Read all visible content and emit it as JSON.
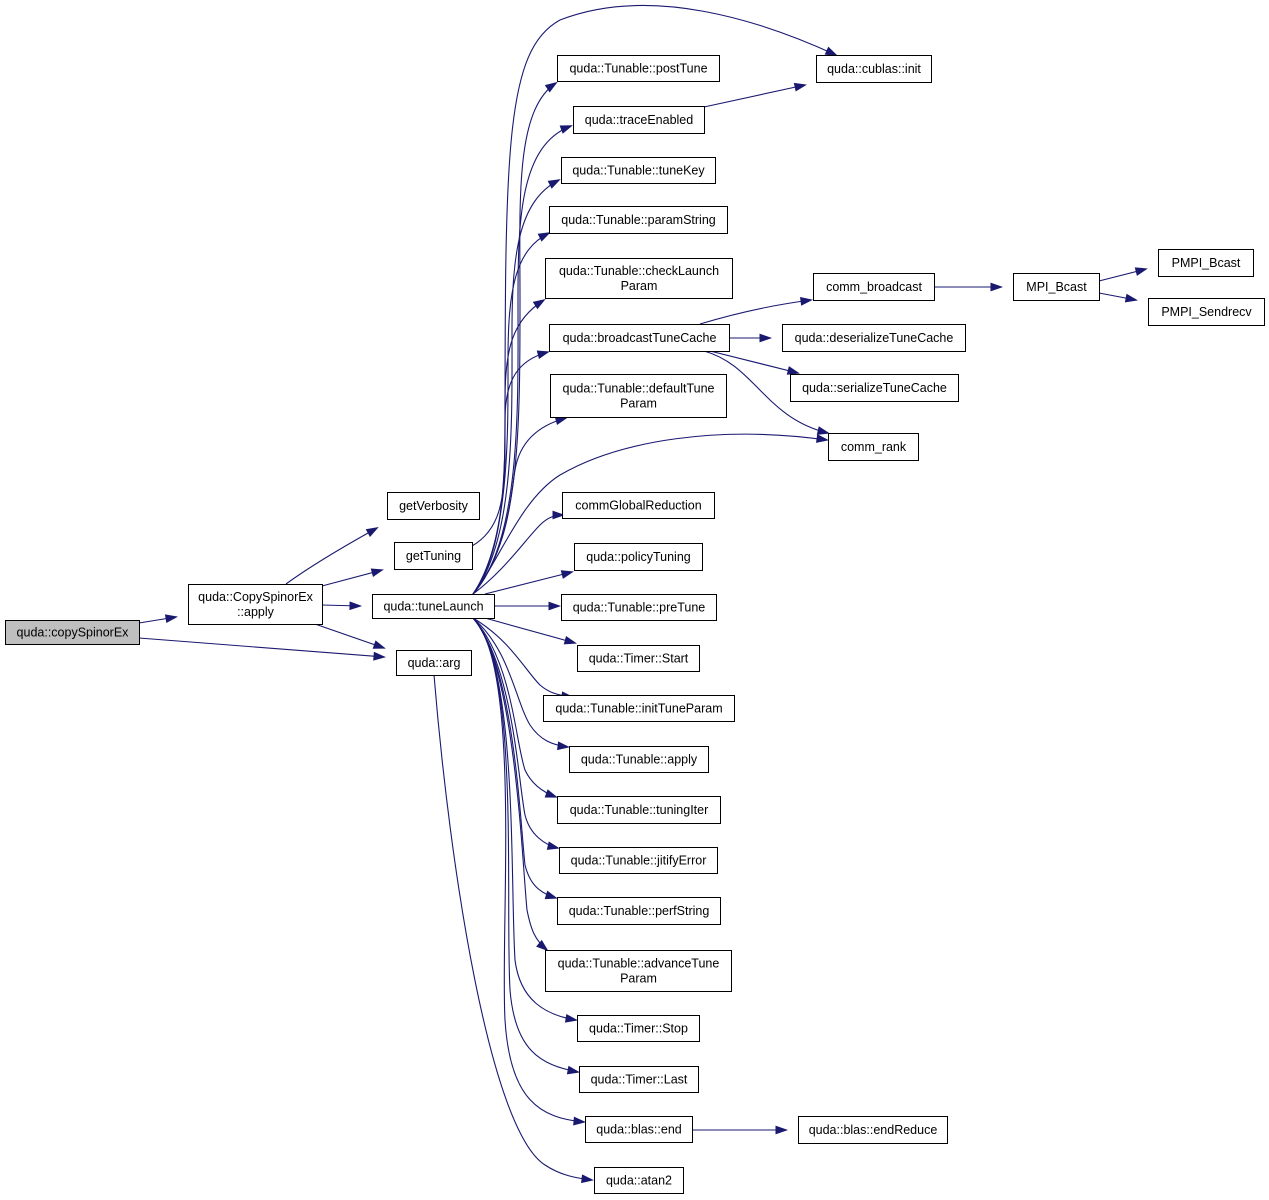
{
  "colors": {
    "edge": "#191970",
    "root_fill": "#bfbfbf",
    "node_fill": "#ffffff",
    "node_border": "#000000"
  },
  "nodes": [
    {
      "id": "copySpinorEx",
      "lines": [
        "quda::copySpinorEx"
      ],
      "root": true
    },
    {
      "id": "CopySpinorEx_apply",
      "lines": [
        "quda::CopySpinorEx",
        "::apply"
      ]
    },
    {
      "id": "getVerbosity",
      "lines": [
        "getVerbosity"
      ]
    },
    {
      "id": "getTuning",
      "lines": [
        "getTuning"
      ]
    },
    {
      "id": "tuneLaunch",
      "lines": [
        "quda::tuneLaunch"
      ]
    },
    {
      "id": "arg",
      "lines": [
        "quda::arg"
      ]
    },
    {
      "id": "postTune",
      "lines": [
        "quda::Tunable::postTune"
      ]
    },
    {
      "id": "traceEnabled",
      "lines": [
        "quda::traceEnabled"
      ]
    },
    {
      "id": "tuneKey",
      "lines": [
        "quda::Tunable::tuneKey"
      ]
    },
    {
      "id": "paramString",
      "lines": [
        "quda::Tunable::paramString"
      ]
    },
    {
      "id": "checkLaunchParam",
      "lines": [
        "quda::Tunable::checkLaunch",
        "Param"
      ]
    },
    {
      "id": "broadcastTuneCache",
      "lines": [
        "quda::broadcastTuneCache"
      ]
    },
    {
      "id": "defaultTuneParam",
      "lines": [
        "quda::Tunable::defaultTune",
        "Param"
      ]
    },
    {
      "id": "commGlobalReduction",
      "lines": [
        "commGlobalReduction"
      ]
    },
    {
      "id": "policyTuning",
      "lines": [
        "quda::policyTuning"
      ]
    },
    {
      "id": "preTune",
      "lines": [
        "quda::Tunable::preTune"
      ]
    },
    {
      "id": "timerStart",
      "lines": [
        "quda::Timer::Start"
      ]
    },
    {
      "id": "initTuneParam",
      "lines": [
        "quda::Tunable::initTuneParam"
      ]
    },
    {
      "id": "tunableApply",
      "lines": [
        "quda::Tunable::apply"
      ]
    },
    {
      "id": "tuningIter",
      "lines": [
        "quda::Tunable::tuningIter"
      ]
    },
    {
      "id": "jitifyError",
      "lines": [
        "quda::Tunable::jitifyError"
      ]
    },
    {
      "id": "perfString",
      "lines": [
        "quda::Tunable::perfString"
      ]
    },
    {
      "id": "advanceTuneParam",
      "lines": [
        "quda::Tunable::advanceTune",
        "Param"
      ]
    },
    {
      "id": "timerStop",
      "lines": [
        "quda::Timer::Stop"
      ]
    },
    {
      "id": "timerLast",
      "lines": [
        "quda::Timer::Last"
      ]
    },
    {
      "id": "blasEnd",
      "lines": [
        "quda::blas::end"
      ]
    },
    {
      "id": "atan2",
      "lines": [
        "quda::atan2"
      ]
    },
    {
      "id": "cublasInit",
      "lines": [
        "quda::cublas::init"
      ]
    },
    {
      "id": "commBroadcast",
      "lines": [
        "comm_broadcast"
      ]
    },
    {
      "id": "deserializeTuneCache",
      "lines": [
        "quda::deserializeTuneCache"
      ]
    },
    {
      "id": "serializeTuneCache",
      "lines": [
        "quda::serializeTuneCache"
      ]
    },
    {
      "id": "commRank",
      "lines": [
        "comm_rank"
      ]
    },
    {
      "id": "MPI_Bcast",
      "lines": [
        "MPI_Bcast"
      ]
    },
    {
      "id": "PMPI_Bcast",
      "lines": [
        "PMPI_Bcast"
      ]
    },
    {
      "id": "PMPI_Sendrecv",
      "lines": [
        "PMPI_Sendrecv"
      ]
    },
    {
      "id": "endReduce",
      "lines": [
        "quda::blas::endReduce"
      ]
    }
  ],
  "edges": [
    [
      "copySpinorEx",
      "CopySpinorEx_apply"
    ],
    [
      "copySpinorEx",
      "arg"
    ],
    [
      "CopySpinorEx_apply",
      "getVerbosity"
    ],
    [
      "CopySpinorEx_apply",
      "getTuning"
    ],
    [
      "CopySpinorEx_apply",
      "tuneLaunch"
    ],
    [
      "CopySpinorEx_apply",
      "arg"
    ],
    [
      "getTuning",
      "cublasInit"
    ],
    [
      "tuneLaunch",
      "postTune"
    ],
    [
      "tuneLaunch",
      "traceEnabled"
    ],
    [
      "tuneLaunch",
      "tuneKey"
    ],
    [
      "tuneLaunch",
      "paramString"
    ],
    [
      "tuneLaunch",
      "checkLaunchParam"
    ],
    [
      "tuneLaunch",
      "broadcastTuneCache"
    ],
    [
      "tuneLaunch",
      "defaultTuneParam"
    ],
    [
      "tuneLaunch",
      "commRank"
    ],
    [
      "tuneLaunch",
      "commGlobalReduction"
    ],
    [
      "tuneLaunch",
      "policyTuning"
    ],
    [
      "tuneLaunch",
      "preTune"
    ],
    [
      "tuneLaunch",
      "timerStart"
    ],
    [
      "tuneLaunch",
      "initTuneParam"
    ],
    [
      "tuneLaunch",
      "tunableApply"
    ],
    [
      "tuneLaunch",
      "tuningIter"
    ],
    [
      "tuneLaunch",
      "jitifyError"
    ],
    [
      "tuneLaunch",
      "perfString"
    ],
    [
      "tuneLaunch",
      "advanceTuneParam"
    ],
    [
      "tuneLaunch",
      "timerStop"
    ],
    [
      "tuneLaunch",
      "timerLast"
    ],
    [
      "tuneLaunch",
      "blasEnd"
    ],
    [
      "traceEnabled",
      "cublasInit"
    ],
    [
      "broadcastTuneCache",
      "commBroadcast"
    ],
    [
      "broadcastTuneCache",
      "deserializeTuneCache"
    ],
    [
      "broadcastTuneCache",
      "serializeTuneCache"
    ],
    [
      "broadcastTuneCache",
      "commRank"
    ],
    [
      "commBroadcast",
      "MPI_Bcast"
    ],
    [
      "MPI_Bcast",
      "PMPI_Bcast"
    ],
    [
      "MPI_Bcast",
      "PMPI_Sendrecv"
    ],
    [
      "blasEnd",
      "endReduce"
    ],
    [
      "arg",
      "atan2"
    ]
  ]
}
